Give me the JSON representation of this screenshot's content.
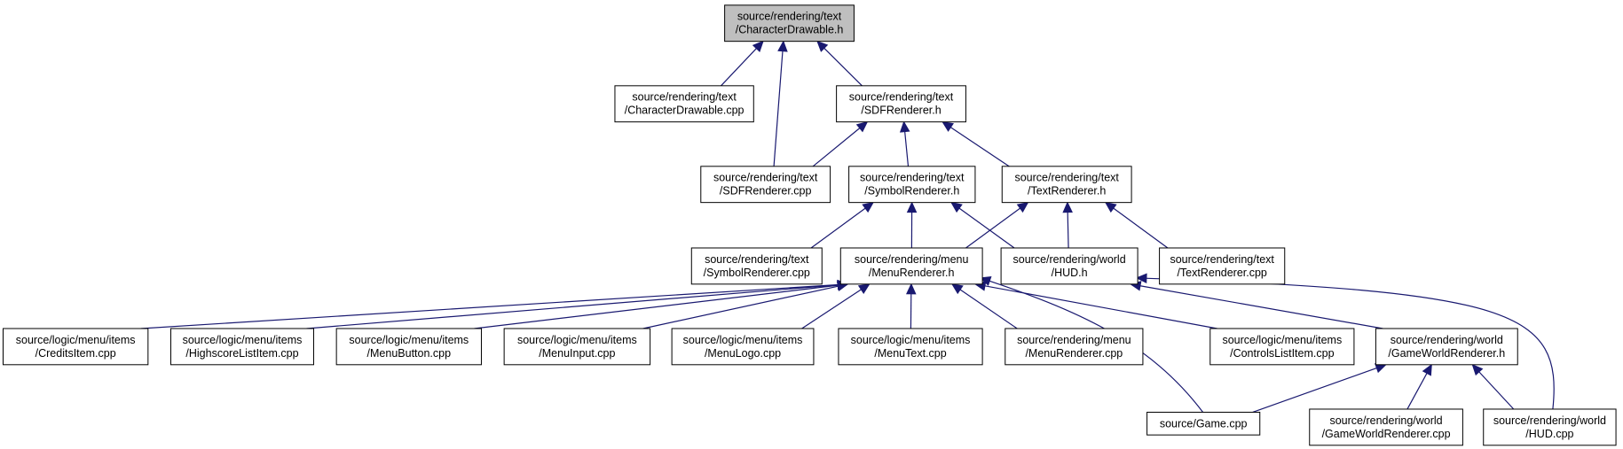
{
  "nodes": [
    {
      "id": "root",
      "lines": [
        "source/rendering/text",
        "/CharacterDrawable.h"
      ],
      "root": true
    },
    {
      "id": "cdcpp",
      "lines": [
        "source/rendering/text",
        "/CharacterDrawable.cpp"
      ]
    },
    {
      "id": "sdfh",
      "lines": [
        "source/rendering/text",
        "/SDFRenderer.h"
      ]
    },
    {
      "id": "sdfcpp",
      "lines": [
        "source/rendering/text",
        "/SDFRenderer.cpp"
      ]
    },
    {
      "id": "symh",
      "lines": [
        "source/rendering/text",
        "/SymbolRenderer.h"
      ]
    },
    {
      "id": "txth",
      "lines": [
        "source/rendering/text",
        "/TextRenderer.h"
      ]
    },
    {
      "id": "symcpp",
      "lines": [
        "source/rendering/text",
        "/SymbolRenderer.cpp"
      ]
    },
    {
      "id": "menuh",
      "lines": [
        "source/rendering/menu",
        "/MenuRenderer.h"
      ]
    },
    {
      "id": "hudh",
      "lines": [
        "source/rendering/world",
        "/HUD.h"
      ]
    },
    {
      "id": "txtcpp",
      "lines": [
        "source/rendering/text",
        "/TextRenderer.cpp"
      ]
    },
    {
      "id": "credits",
      "lines": [
        "source/logic/menu/items",
        "/CreditsItem.cpp"
      ]
    },
    {
      "id": "highscore",
      "lines": [
        "source/logic/menu/items",
        "/HighscoreListItem.cpp"
      ]
    },
    {
      "id": "mbutton",
      "lines": [
        "source/logic/menu/items",
        "/MenuButton.cpp"
      ]
    },
    {
      "id": "minput",
      "lines": [
        "source/logic/menu/items",
        "/MenuInput.cpp"
      ]
    },
    {
      "id": "mlogo",
      "lines": [
        "source/logic/menu/items",
        "/MenuLogo.cpp"
      ]
    },
    {
      "id": "mtext",
      "lines": [
        "source/logic/menu/items",
        "/MenuText.cpp"
      ]
    },
    {
      "id": "menucpp",
      "lines": [
        "source/rendering/menu",
        "/MenuRenderer.cpp"
      ]
    },
    {
      "id": "controls",
      "lines": [
        "source/logic/menu/items",
        "/ControlsListItem.cpp"
      ]
    },
    {
      "id": "gwh",
      "lines": [
        "source/rendering/world",
        "/GameWorldRenderer.h"
      ]
    },
    {
      "id": "game",
      "lines": [
        "source/Game.cpp"
      ]
    },
    {
      "id": "gwcpp",
      "lines": [
        "source/rendering/world",
        "/GameWorldRenderer.cpp"
      ]
    },
    {
      "id": "hudcpp",
      "lines": [
        "source/rendering/world",
        "/HUD.cpp"
      ]
    }
  ],
  "edges": [
    {
      "from": "cdcpp",
      "to": "root"
    },
    {
      "from": "sdfcpp",
      "to": "root"
    },
    {
      "from": "sdfh",
      "to": "root"
    },
    {
      "from": "sdfcpp",
      "to": "sdfh"
    },
    {
      "from": "symh",
      "to": "sdfh"
    },
    {
      "from": "txth",
      "to": "sdfh"
    },
    {
      "from": "symcpp",
      "to": "symh"
    },
    {
      "from": "menuh",
      "to": "symh"
    },
    {
      "from": "hudh",
      "to": "symh"
    },
    {
      "from": "menuh",
      "to": "txth"
    },
    {
      "from": "hudh",
      "to": "txth"
    },
    {
      "from": "txtcpp",
      "to": "txth"
    },
    {
      "from": "credits",
      "to": "menuh"
    },
    {
      "from": "highscore",
      "to": "menuh"
    },
    {
      "from": "mbutton",
      "to": "menuh"
    },
    {
      "from": "minput",
      "to": "menuh"
    },
    {
      "from": "mlogo",
      "to": "menuh"
    },
    {
      "from": "mtext",
      "to": "menuh"
    },
    {
      "from": "menucpp",
      "to": "menuh"
    },
    {
      "from": "controls",
      "to": "menuh"
    },
    {
      "from": "game",
      "to": "menuh"
    },
    {
      "from": "gwh",
      "to": "hudh"
    },
    {
      "from": "hudcpp",
      "to": "hudh"
    },
    {
      "from": "game",
      "to": "gwh"
    },
    {
      "from": "gwcpp",
      "to": "gwh"
    },
    {
      "from": "hudcpp",
      "to": "gwh"
    }
  ]
}
